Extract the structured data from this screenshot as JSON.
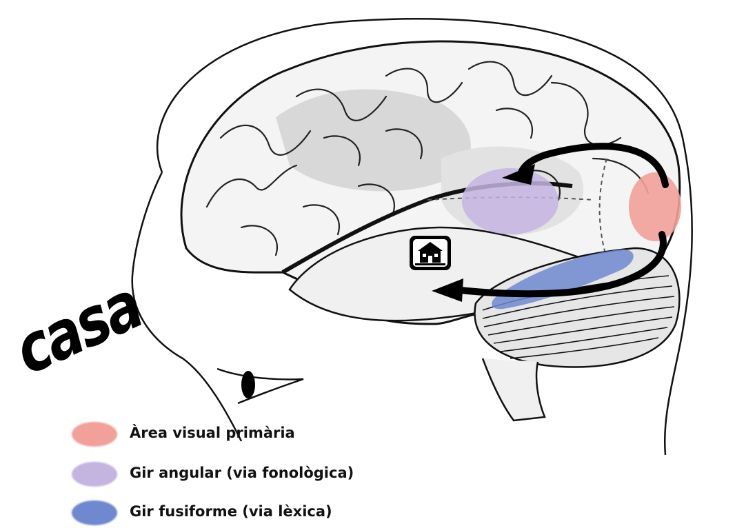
{
  "stimulus_word": "casa",
  "legend": [
    {
      "label": "Àrea visual primària",
      "color": "#f2a09a"
    },
    {
      "label": "Gir angular (via fonològica)",
      "color": "#c4b4e0"
    },
    {
      "label": "Gir fusiforme (via lèxica)",
      "color": "#6f88cf"
    }
  ],
  "icons": {
    "eye": "eye-icon",
    "house": "house-icon"
  }
}
